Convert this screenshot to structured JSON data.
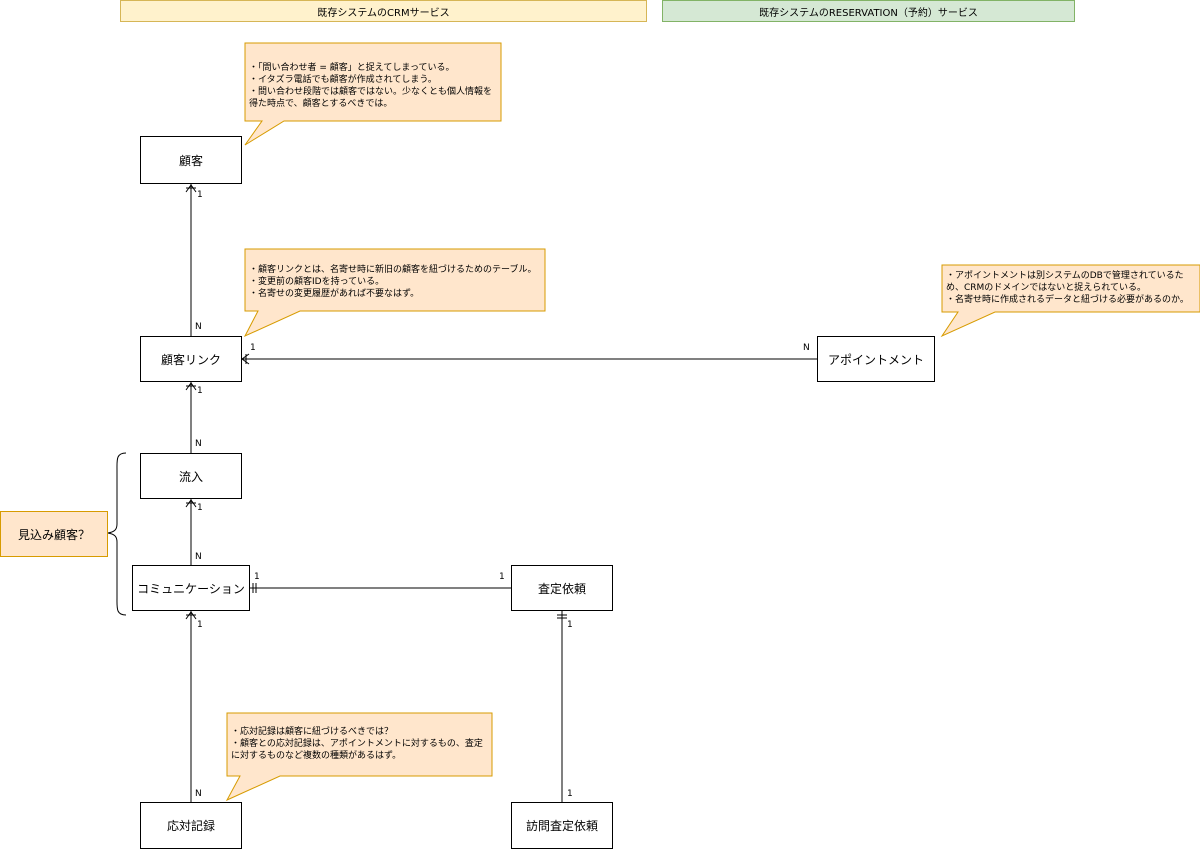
{
  "lanes": {
    "crm": "既存システムのCRMサービス",
    "reservation": "既存システムのRESERVATION（予約）サービス"
  },
  "entities": {
    "customer": "顧客",
    "customer_link": "顧客リンク",
    "inflow": "流入",
    "communication": "コミュニケーション",
    "response_record": "応対記録",
    "appraisal_request": "査定依頼",
    "visit_appraisal_request": "訪問査定依頼",
    "appointment": "アポイントメント"
  },
  "notes": {
    "customer": "・「問い合わせ者 = 顧客」と捉えてしまっている。\n・イタズラ電話でも顧客が作成されてしまう。\n・問い合わせ段階では顧客ではない。少なくとも個人情報を\n得た時点で、顧客とするべきでは。",
    "customer_link": "・顧客リンクとは、名寄せ時に新旧の顧客を紐づけるためのテーブル。\n・変更前の顧客IDを持っている。\n・名寄せの変更履歴があれば不要なはず。",
    "appointment": "・アポイントメントは別システムのDBで管理されているた\nめ、CRMのドメインではないと捉えられている。\n・名寄せ時に作成されるデータと紐づける必要があるのか。",
    "response_record": "・応対記録は顧客に紐づけるべきでは？\n・顧客との応対記録は、アポイントメントに対するもの、査定\nに対するものなど複数の種類があるはず。"
  },
  "prospect_label": "見込み顧客？",
  "cardinality": {
    "one": "1",
    "many": "N"
  }
}
